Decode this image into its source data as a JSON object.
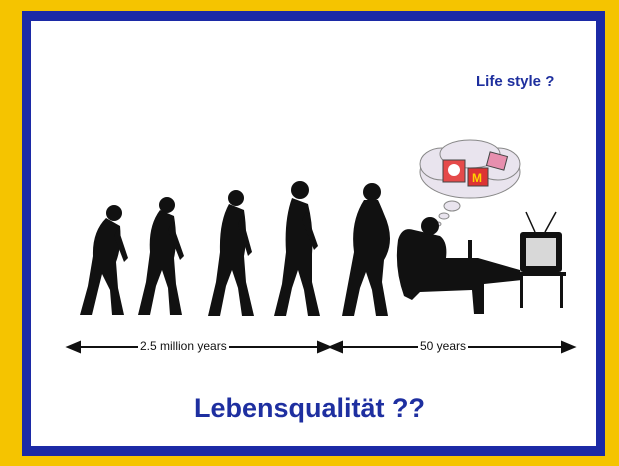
{
  "life_style": "Life style ?",
  "timeline": {
    "left_label": "2.5 million years",
    "right_label": "50 years"
  },
  "title": "Lebensqualität ??",
  "colors": {
    "outer_border": "#f5c400",
    "inner_border": "#1c2aa6",
    "text_blue": "#1e2f9e"
  }
}
